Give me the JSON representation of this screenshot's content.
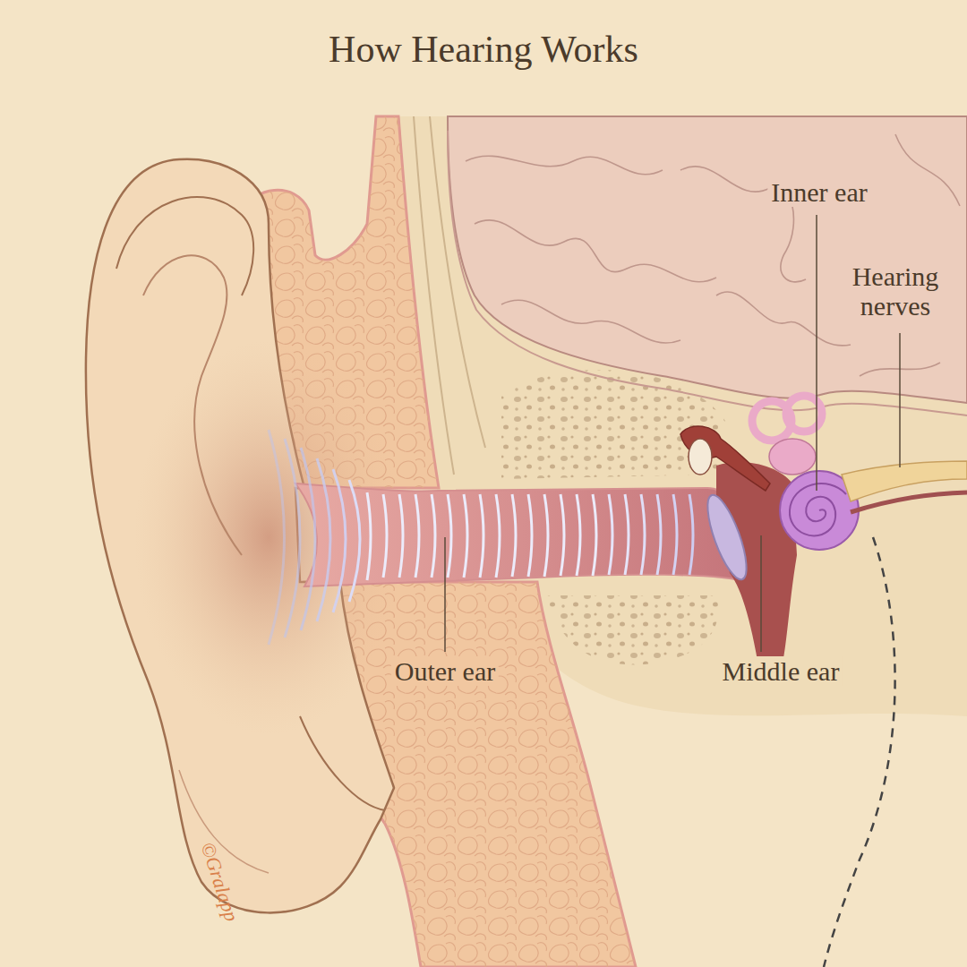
{
  "diagram": {
    "title": "How Hearing Works",
    "labels": [
      "Inner ear",
      "Hearing nerves",
      "Outer ear",
      "Middle ear",
      "©Gralapp"
    ]
  }
}
